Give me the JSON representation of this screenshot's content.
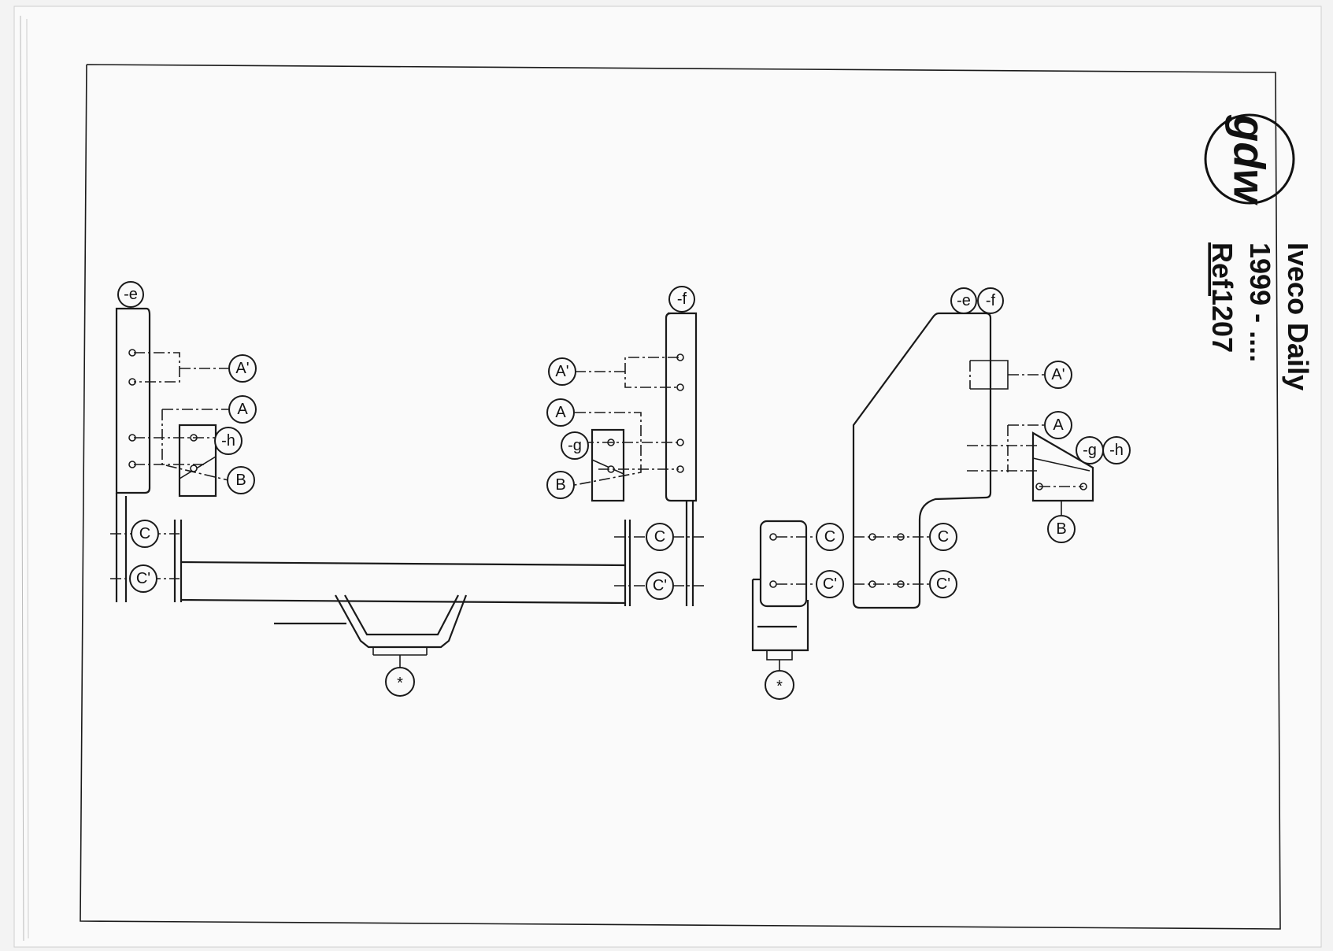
{
  "header": {
    "brand": "gdw",
    "model": "Iveco Daily",
    "years": "1999 - ....",
    "ref_label": "Ref.",
    "ref_number": "1207"
  },
  "labels": {
    "A": "A",
    "A_prime": "A'",
    "B": "B",
    "C": "C",
    "C_prime": "C'",
    "e": "-e",
    "f": "-f",
    "g": "-g",
    "h": "-h",
    "star": "*"
  },
  "colors": {
    "paper": "#fafafa",
    "ink": "#1a1a1a"
  }
}
